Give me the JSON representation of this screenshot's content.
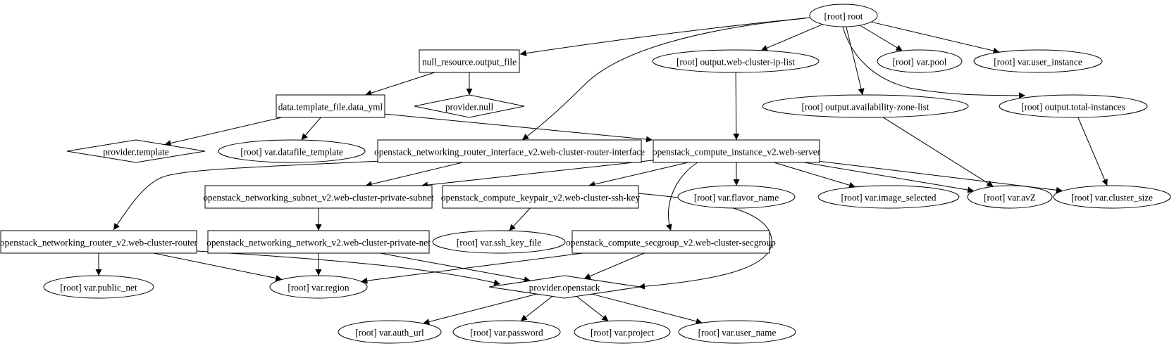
{
  "nodes": {
    "root": {
      "label": "[root] root",
      "shape": "ellipse"
    },
    "null_resource": {
      "label": "null_resource.output_file",
      "shape": "box"
    },
    "output_ip_list": {
      "label": "[root] output.web-cluster-ip-list",
      "shape": "ellipse"
    },
    "var_pool": {
      "label": "[root] var.pool",
      "shape": "ellipse"
    },
    "var_user_instance": {
      "label": "[root] var.user_instance",
      "shape": "ellipse"
    },
    "data_template": {
      "label": "data.template_file.data_yml",
      "shape": "box"
    },
    "provider_null": {
      "label": "provider.null",
      "shape": "diamond"
    },
    "output_az_list": {
      "label": "[root] output.availability-zone-list",
      "shape": "ellipse"
    },
    "output_total": {
      "label": "[root] output.total-instances",
      "shape": "ellipse"
    },
    "provider_template": {
      "label": "provider.template",
      "shape": "diamond"
    },
    "var_datafile_template": {
      "label": "[root] var.datafile_template",
      "shape": "ellipse"
    },
    "router_interface": {
      "label": "openstack_networking_router_interface_v2.web-cluster-router-interface",
      "shape": "box"
    },
    "compute_instance": {
      "label": "openstack_compute_instance_v2.web-server",
      "shape": "box"
    },
    "subnet": {
      "label": "openstack_networking_subnet_v2.web-cluster-private-subnet",
      "shape": "box"
    },
    "keypair": {
      "label": "openstack_compute_keypair_v2.web-cluster-ssh-key",
      "shape": "box"
    },
    "var_flavor_name": {
      "label": "[root] var.flavor_name",
      "shape": "ellipse"
    },
    "var_image_selected": {
      "label": "[root] var.image_selected",
      "shape": "ellipse"
    },
    "var_avz": {
      "label": "[root] var.avZ",
      "shape": "ellipse"
    },
    "var_cluster_size": {
      "label": "[root] var.cluster_size",
      "shape": "ellipse"
    },
    "router": {
      "label": "openstack_networking_router_v2.web-cluster-router",
      "shape": "box"
    },
    "network": {
      "label": "openstack_networking_network_v2.web-cluster-private-net",
      "shape": "box"
    },
    "var_ssh_key_file": {
      "label": "[root] var.ssh_key_file",
      "shape": "ellipse"
    },
    "secgroup": {
      "label": "openstack_compute_secgroup_v2.web-cluster-secgroup",
      "shape": "box"
    },
    "var_public_net": {
      "label": "[root] var.public_net",
      "shape": "ellipse"
    },
    "var_region": {
      "label": "[root] var.region",
      "shape": "ellipse"
    },
    "provider_openstack": {
      "label": "provider.openstack",
      "shape": "diamond"
    },
    "var_auth_url": {
      "label": "[root] var.auth_url",
      "shape": "ellipse"
    },
    "var_password": {
      "label": "[root] var.password",
      "shape": "ellipse"
    },
    "var_project": {
      "label": "[root] var.project",
      "shape": "ellipse"
    },
    "var_user_name": {
      "label": "[root] var.user_name",
      "shape": "ellipse"
    }
  },
  "edges": [
    {
      "from": "root",
      "to": "null_resource"
    },
    {
      "from": "root",
      "to": "output_ip_list"
    },
    {
      "from": "root",
      "to": "var_pool"
    },
    {
      "from": "root",
      "to": "var_user_instance"
    },
    {
      "from": "root",
      "to": "output_az_list"
    },
    {
      "from": "root",
      "to": "output_total"
    },
    {
      "from": "root",
      "to": "router_interface"
    },
    {
      "from": "null_resource",
      "to": "data_template"
    },
    {
      "from": "null_resource",
      "to": "provider_null"
    },
    {
      "from": "output_ip_list",
      "to": "compute_instance"
    },
    {
      "from": "output_az_list",
      "to": "var_avz"
    },
    {
      "from": "output_total",
      "to": "var_cluster_size"
    },
    {
      "from": "data_template",
      "to": "provider_template"
    },
    {
      "from": "data_template",
      "to": "var_datafile_template"
    },
    {
      "from": "data_template",
      "to": "compute_instance"
    },
    {
      "from": "router_interface",
      "to": "subnet"
    },
    {
      "from": "router_interface",
      "to": "router"
    },
    {
      "from": "compute_instance",
      "to": "subnet"
    },
    {
      "from": "compute_instance",
      "to": "keypair"
    },
    {
      "from": "compute_instance",
      "to": "var_flavor_name"
    },
    {
      "from": "compute_instance",
      "to": "var_image_selected"
    },
    {
      "from": "compute_instance",
      "to": "var_avz"
    },
    {
      "from": "compute_instance",
      "to": "var_cluster_size"
    },
    {
      "from": "compute_instance",
      "to": "secgroup"
    },
    {
      "from": "subnet",
      "to": "network"
    },
    {
      "from": "keypair",
      "to": "var_ssh_key_file"
    },
    {
      "from": "keypair",
      "to": "provider_openstack"
    },
    {
      "from": "router",
      "to": "var_public_net"
    },
    {
      "from": "router",
      "to": "var_region"
    },
    {
      "from": "router",
      "to": "provider_openstack"
    },
    {
      "from": "network",
      "to": "var_region"
    },
    {
      "from": "network",
      "to": "provider_openstack"
    },
    {
      "from": "secgroup",
      "to": "var_region"
    },
    {
      "from": "secgroup",
      "to": "provider_openstack"
    },
    {
      "from": "provider_openstack",
      "to": "var_auth_url"
    },
    {
      "from": "provider_openstack",
      "to": "var_password"
    },
    {
      "from": "provider_openstack",
      "to": "var_project"
    },
    {
      "from": "provider_openstack",
      "to": "var_user_name"
    }
  ]
}
